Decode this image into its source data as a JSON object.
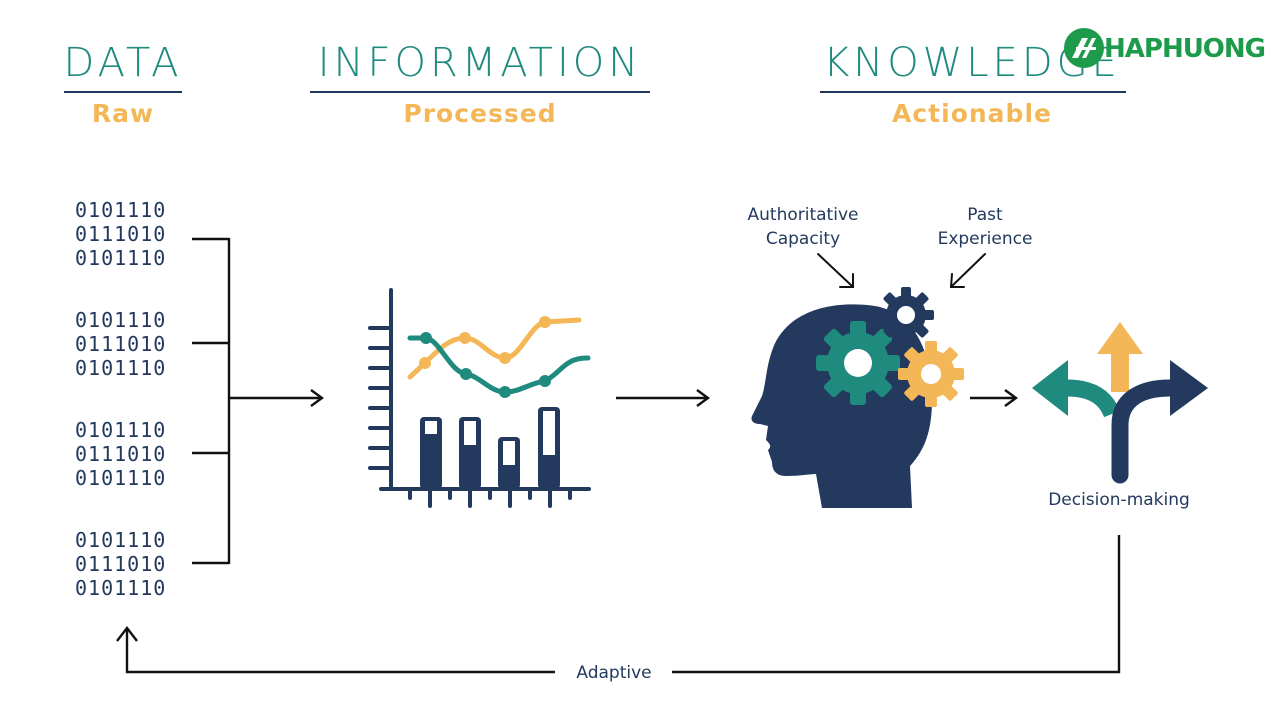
{
  "headings": [
    {
      "title": "DATA",
      "subtitle": "Raw"
    },
    {
      "title": "INFORMATION",
      "subtitle": "Processed"
    },
    {
      "title": "KNOWLEDGE",
      "subtitle": "Actionable"
    }
  ],
  "binary_groups": [
    [
      "0101110",
      "0111010",
      "0101110"
    ],
    [
      "0101110",
      "0111010",
      "0101110"
    ],
    [
      "0101110",
      "0111010",
      "0101110"
    ],
    [
      "0101110",
      "0111010",
      "0101110"
    ]
  ],
  "labels": {
    "authoritative_line1": "Authoritative",
    "authoritative_line2": "Capacity",
    "past_line1": "Past",
    "past_line2": "Experience",
    "decision": "Decision-making",
    "adaptive": "Adaptive"
  },
  "logo": {
    "text": "HAPHUONG"
  },
  "colors": {
    "teal": "#1f8a7e",
    "orange": "#f4b757",
    "navy": "#233a5e",
    "logo_green": "#1d9a4a"
  }
}
